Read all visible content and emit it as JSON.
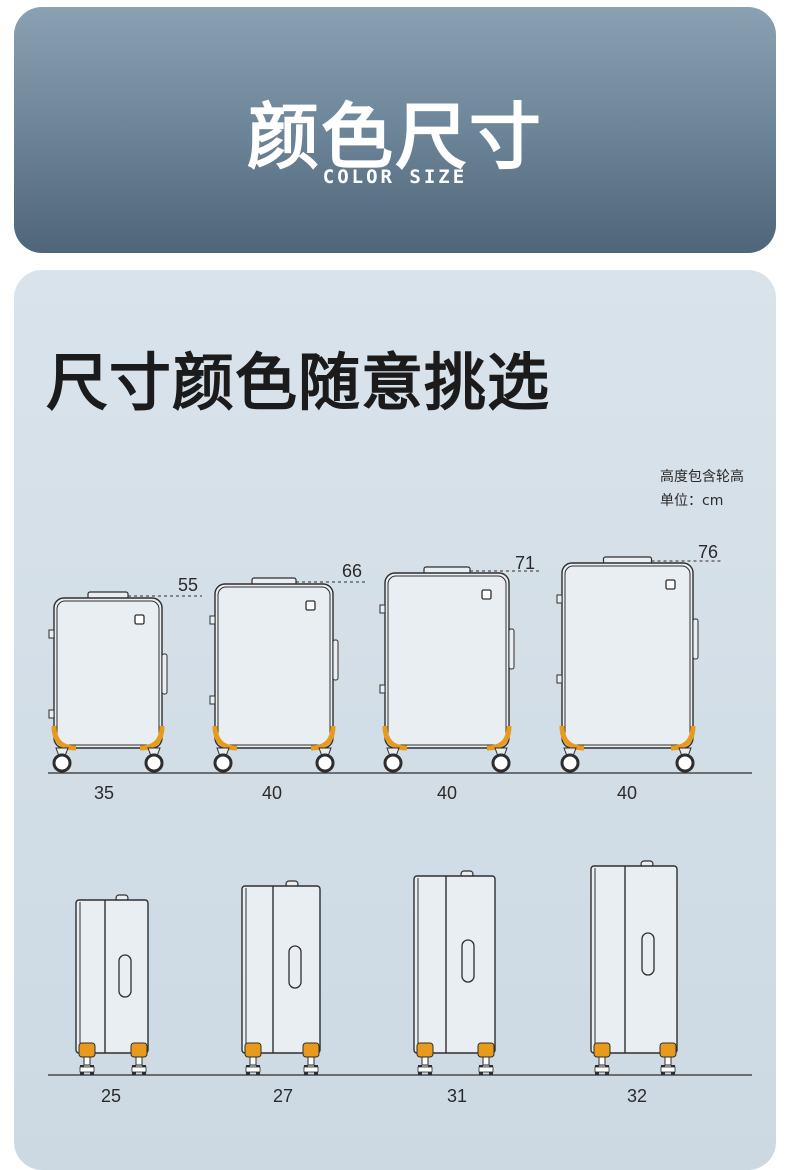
{
  "banner": {
    "title": "颜色尺寸",
    "subtitle": "COLOR SIZE"
  },
  "section": {
    "heading": "尺寸颜色随意挑选",
    "note_line1": "高度包含轮高",
    "note_line2": "单位：cm"
  },
  "front_views": [
    {
      "height": "55",
      "width": "35"
    },
    {
      "height": "66",
      "width": "40"
    },
    {
      "height": "71",
      "width": "40"
    },
    {
      "height": "76",
      "width": "40"
    }
  ],
  "side_views": [
    {
      "depth": "25"
    },
    {
      "depth": "27"
    },
    {
      "depth": "31"
    },
    {
      "depth": "32"
    }
  ],
  "colors": {
    "accent": "#e89a1c",
    "outline": "#2e2e2e",
    "body_fill": "#e9eef3",
    "banner_dark": "#4f6579",
    "panel_bg": "#d3dee7"
  }
}
